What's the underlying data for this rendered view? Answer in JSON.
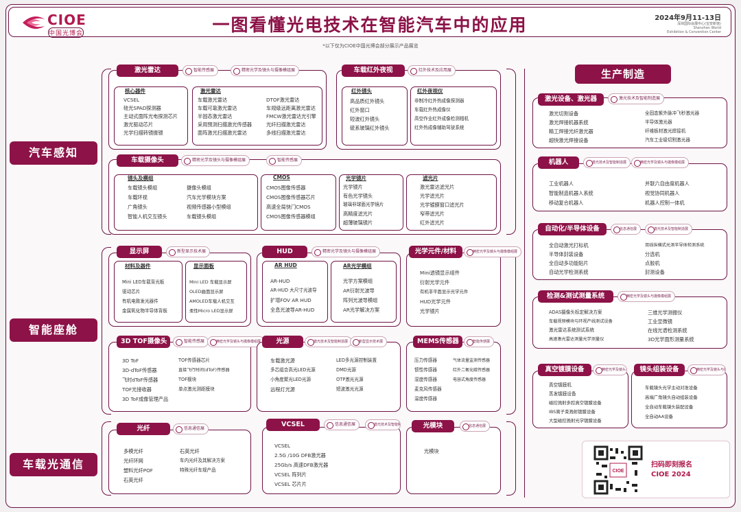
{
  "header": {
    "brand": "CIOE",
    "brand_sub": "中国光博会",
    "title": "一图看懂光电技术在智能汽车中的应用",
    "date": "2024年9月11-13日",
    "venue_cn": "深圳国际会展中心(宝安新馆)",
    "venue_en1": "Shenzhen World",
    "venue_en2": "Exhibition & Convention Center"
  },
  "note": "*以下仅为CIOE中国光博会部分展示产品展览",
  "categories": {
    "perception": "汽车感知",
    "cockpit": "智能座舱",
    "comm": "车载光通信",
    "production": "生产制造"
  },
  "badges": {
    "smart_sensing": "智能传感展",
    "precision": "精密光学及镜头与摄像模组展",
    "infrared": "红外技术及应用展",
    "display": "新型显示技术展",
    "info_comm": "信息通信展",
    "laser": "激光技术及智能制造展",
    "lens": "精密光学及镜头与摄像模组展"
  },
  "lidar": {
    "title": "激光雷达",
    "core_title": "核心器件",
    "core": [
      "VCSEL",
      "硅光SPAD探测器",
      "主动式面阵光电探测芯片",
      "激光驱动芯片",
      "光学扫描转镜振镜"
    ],
    "lidar_title": "激光雷达",
    "lidar_col1": [
      "车载激光雷达",
      "车载可靠激光雷达",
      "半固态激光雷达",
      "采用预测扫描激光传感器",
      "面阵激光扫描激光雷达"
    ],
    "lidar_col2": [
      "DTOF激光雷达",
      "车规级远距离激光雷达",
      "FMCW激光雷达光引擎",
      "光纤扫描激光雷达",
      "多线扫描激光雷达"
    ]
  },
  "ir": {
    "title": "车载红外夜视",
    "lens_title": "红外镜头",
    "lens": [
      "高品质红外镜头",
      "红外窗口",
      "短波红外镜头",
      "硫系玻璃红外镜头"
    ],
    "cam_title": "红外夜视仪",
    "cam": [
      "非制冷红外热成像探测器",
      "车载红外热成像仪",
      "高空作业红外成像检测相机",
      "红外热成像辅助驾驶系统"
    ]
  },
  "camera": {
    "title": "车载摄像头",
    "lens_title": "镜头及模组",
    "lens_col1": [
      "车载镜头模组",
      "车载环视",
      "广角镜头",
      "智能人机交互镜头"
    ],
    "lens_col2": [
      "摄像头模组",
      "汽车光学模块方案",
      "视频传感器小型模组",
      "车载镜头模组"
    ],
    "cmos_title": "CMOS",
    "cmos": [
      "CMOS图像传感器",
      "CMOS图像传感器芯片",
      "高速全局快门CMOS",
      "CMOS图像传感器模组"
    ],
    "filter_title": "光学镜片",
    "filter": [
      "光学镜片",
      "有色光学镜头",
      "玻璃非球面光学镜片",
      "高精度滤光片",
      "超薄玻璃镜片"
    ],
    "window_title": "滤光片",
    "window": [
      "激光雷达滤光片",
      "光学滤光片",
      "光学镀膜窗口滤光片",
      "窄带滤光片",
      "红外滤光片"
    ]
  },
  "display": {
    "title": "显示屏",
    "mat_title": "材料及器件",
    "mat": [
      "Mini LED车载背光板",
      "驱动芯片",
      "有机电致发光器件",
      "金属氧化物半导体背板"
    ],
    "panel_title": "显示面板",
    "panel": [
      "Mini LED 车载显示屏",
      "OLED曲面显示屏",
      "AMOLED车载人机交互",
      "柔性Micro LED显示屏"
    ]
  },
  "hud": {
    "title": "HUD",
    "ar_title": "AR HUD",
    "ar": [
      "AR-HUD",
      "AR-HUD 大尺寸光波导",
      "扩增FOV AR HUD",
      "全息光波导AR-HUD"
    ],
    "mod_title": "AR光学模组",
    "mod": [
      "光学方案模组",
      "AR衍射光波导",
      "阵列光波导模组",
      "AR光学解决方案"
    ]
  },
  "optics": {
    "title": "光学元件/材料",
    "items": [
      "Mini透镜显示组件",
      "衍射光学元件",
      "有机非平面显示光学元件",
      "HUD光学元件",
      "光学镜片"
    ]
  },
  "tof": {
    "title": "3D TOF摄像头",
    "col1": [
      "3D ToF",
      "3D-dToF传感器",
      "飞时dToF传感器",
      "TOF光接收器",
      "3D ToF成像管理产品"
    ],
    "col2": [
      "TOF传感器芯片",
      "直接飞行时间(dToF)传感器",
      "TOF模块",
      "单点激光测距模块"
    ]
  },
  "light": {
    "title": "光源",
    "col1": [
      "车载激光源",
      "多芯组合高光LED光源",
      "小角度聚光LED光源",
      "远程灯光源"
    ],
    "col2": [
      "LED多光源控制装置",
      "DMD光源",
      "OTP激光光源",
      "短波激光光源"
    ]
  },
  "mems": {
    "title": "MEMS传感器",
    "col1": [
      "压力传感器",
      "惯性传感器",
      "湿度传感器",
      "麦克风传感器",
      "温度传感器"
    ],
    "col2": [
      "气体流量监测传感器",
      "红外二氧化碳传感器",
      "电容式角度传感器"
    ]
  },
  "fiber": {
    "title": "光纤",
    "col1": [
      "多模光纤",
      "光纤环网",
      "塑料光纤POF",
      "石英光纤"
    ],
    "col2": [
      "石英光纤",
      "车内光纤及其解决方案",
      "特殊光纤车规产品"
    ]
  },
  "vcsel": {
    "title": "VCSEL",
    "items": [
      "VCSEL",
      "2.5G /10G DFB激光器",
      "25Gb/s 高速DFB激光器",
      "VCSEL 阵列片",
      "VCSEL 芯片片"
    ]
  },
  "optmod": {
    "title": "光模块",
    "items": [
      "光模块"
    ]
  },
  "laser_eq": {
    "title": "激光设备、激光器",
    "col1": [
      "激光切割设备",
      "激光焊接机器系统",
      "精工焊接光纤激光器",
      "超快激光焊接设备"
    ],
    "col2": [
      "全固态紫外脉冲飞秒激光器",
      "半导体激光器",
      "纤维板材激光焊接机",
      "汽车工业级切割激光器"
    ]
  },
  "robot": {
    "title": "机器人",
    "col1": [
      "工业机器人",
      "智能制造机器人系统",
      "移动复合机器人"
    ],
    "col2": [
      "并联六自由度机器人",
      "视觉协同机器人",
      "机器人控制一体机"
    ]
  },
  "auto": {
    "title": "自动化/半导体设备",
    "col1": [
      "全自动激光打标机",
      "半导体封装设备",
      "全自动多功能贴片",
      "自动光学检测系统"
    ],
    "col2": [
      "双线纵横式光测半导体检测系统",
      "分选机",
      "点胶机",
      "封测设备"
    ]
  },
  "test": {
    "title": "检测&测试测量系统",
    "col1": [
      "ADAS摄像头标定解决方案",
      "车载视频模块与环视产线测试设备",
      "激光雷达系统测试系统",
      "高速激光雷达测量光学测量仪"
    ],
    "col2": [
      "三维光学测振仪",
      "工业显微镜",
      "在线光谱检测系统",
      "3D光学面形测量系统"
    ]
  },
  "vacuum": {
    "title": "真空镀膜设备",
    "items": [
      "真空镀膜机",
      "蒸发镀膜设备",
      "磁控溅射多腔真空镀膜设备",
      "IBS离子束溅射镀膜设备",
      "大型磁控溅射光学镀膜设备"
    ]
  },
  "lensasm": {
    "title": "镜头组装设备",
    "items": [
      "车载镜头光学主动对准设备",
      "高端广角镜头自动组装设备",
      "全自动车载镜头装配设备",
      "全自动AA设备"
    ]
  },
  "qr": {
    "text1": "扫码即刻报名",
    "text2": "CIOE 2024",
    "mini": "CIOE"
  }
}
